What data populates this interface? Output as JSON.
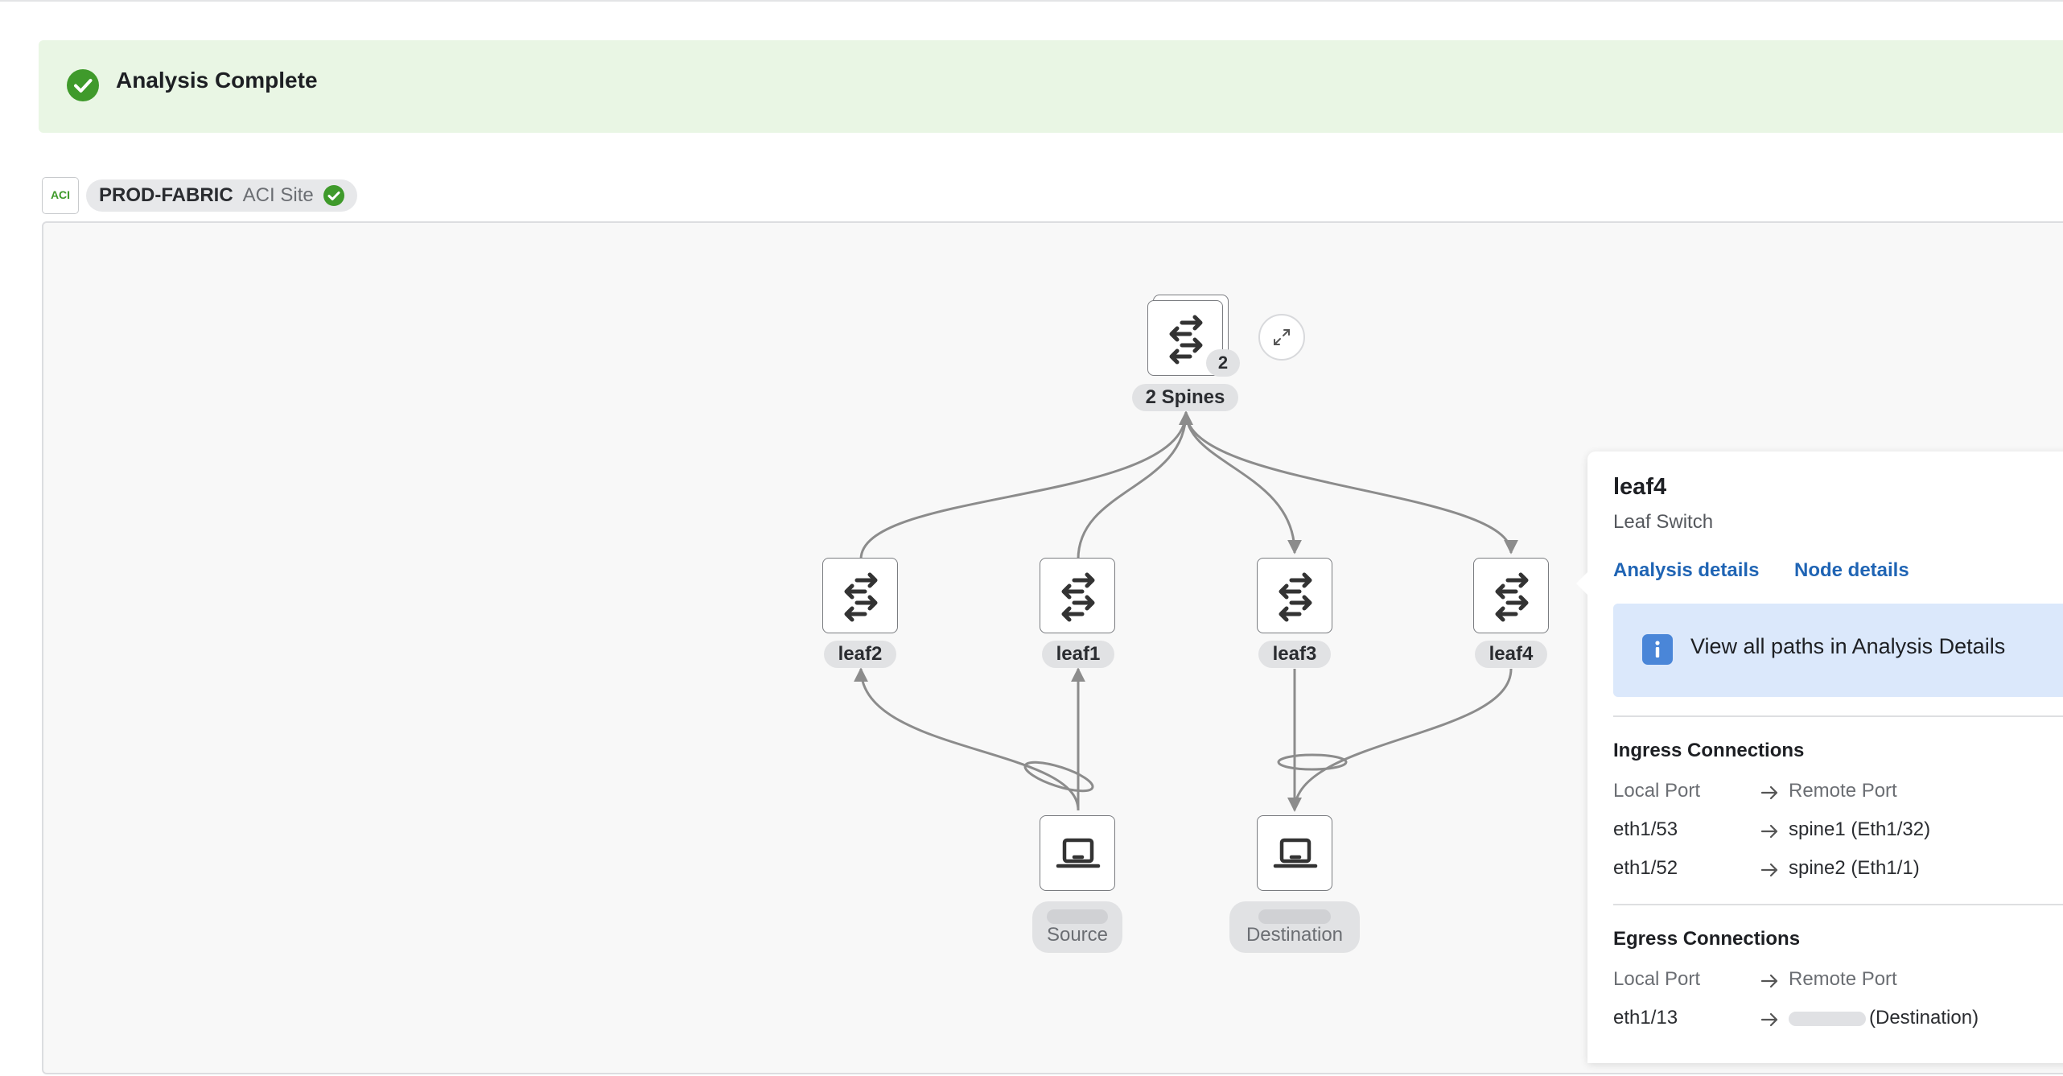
{
  "banner": {
    "title": "Analysis Complete"
  },
  "site": {
    "badge": "ACI",
    "name": "PROD-FABRIC",
    "type": "ACI Site"
  },
  "topology": {
    "spines": {
      "label": "2 Spines",
      "count": "2"
    },
    "leaves": [
      {
        "label": "leaf2"
      },
      {
        "label": "leaf1"
      },
      {
        "label": "leaf3"
      },
      {
        "label": "leaf4"
      }
    ],
    "endpoints": {
      "source": {
        "label": "Source"
      },
      "destination": {
        "label": "Destination"
      }
    }
  },
  "panel": {
    "title": "leaf4",
    "subtitle": "Leaf Switch",
    "links": {
      "analysis": "Analysis details",
      "node": "Node details"
    },
    "info": "View all paths in Analysis Details",
    "ingress": {
      "title": "Ingress Connections",
      "header": {
        "local": "Local Port",
        "remote": "Remote Port"
      },
      "rows": [
        {
          "local": "eth1/53",
          "remote": "spine1 (Eth1/32)"
        },
        {
          "local": "eth1/52",
          "remote": "spine2 (Eth1/1)"
        }
      ]
    },
    "egress": {
      "title": "Egress Connections",
      "header": {
        "local": "Local Port",
        "remote": "Remote Port"
      },
      "rows": [
        {
          "local": "eth1/13",
          "remote": "(Destination)"
        }
      ]
    }
  },
  "colors": {
    "success": "#3f9a2b",
    "link": "#1f64b4",
    "info_bg": "#dbe8fb",
    "edge": "#8c8c8c"
  },
  "icons": [
    "check-circle-icon",
    "switch-icon",
    "laptop-icon",
    "expand-icon",
    "info-icon",
    "arrow-right-icon"
  ]
}
